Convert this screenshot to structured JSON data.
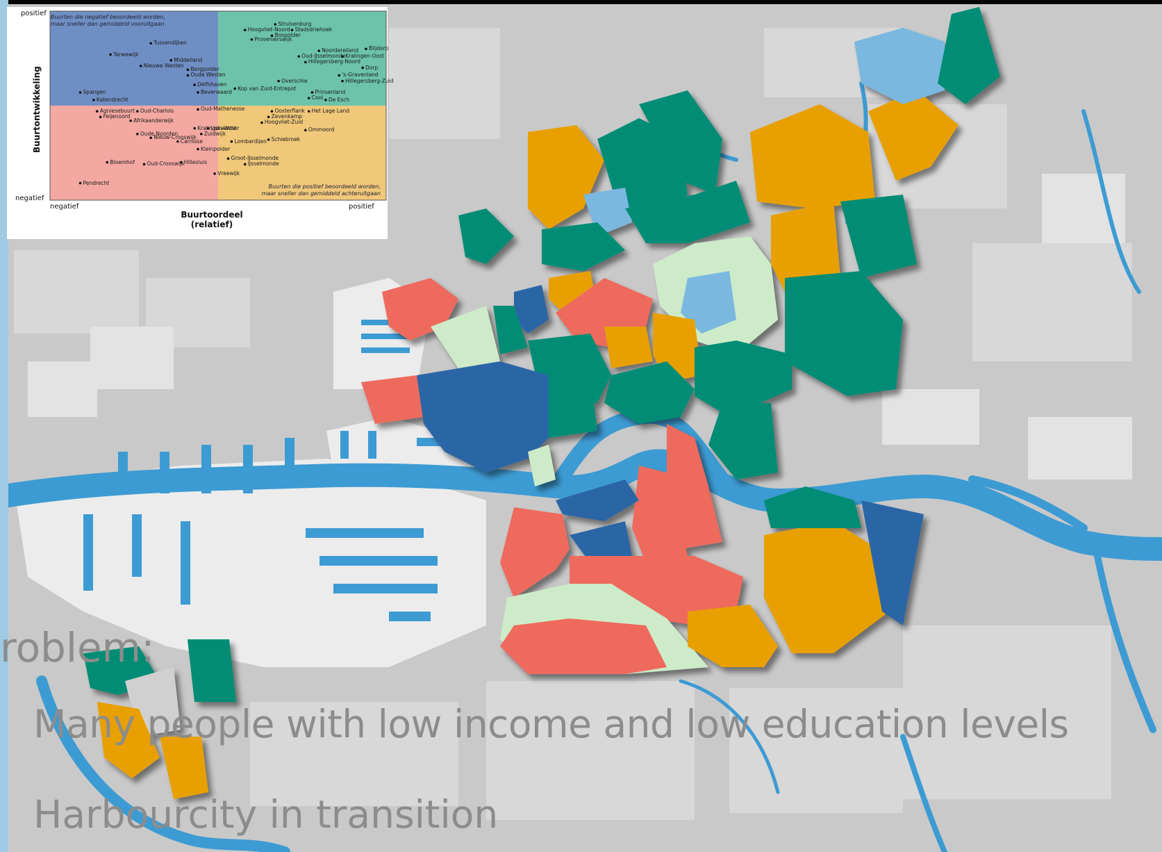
{
  "slide": {
    "heading_fragment": "roblem:",
    "bullets": [
      "Many people with low income and low education levels",
      "Harbourcity in transition"
    ]
  },
  "map": {
    "colors": {
      "water": "#3d9bd3",
      "background": "#c9c9c9",
      "blue_negative_rising": "#2b66a6",
      "green_positive": "#008c75",
      "red_negative": "#ee6a5d",
      "orange_positive_falling": "#e8a000",
      "light_green": "#cdebc9",
      "light_blue": "#7ab8df",
      "harbour_white": "#ececec"
    }
  },
  "chart_data": {
    "type": "scatter",
    "xlabel": "Buurtoordeel\n(relatief)",
    "ylabel": "Buurtontwikkeling",
    "x_ticks": [
      "negatief",
      "positief"
    ],
    "y_ticks": [
      "negatief",
      "positief"
    ],
    "quadrant_notes": {
      "top_left": "Buurten die negatief beoordeeld worden,\nmaar sneller dan gemiddeld vooruitgaan",
      "bottom_right": "Buurten die positief beoordeeld worden,\nmaar sneller dan gemiddeld achteruitgaan"
    },
    "quadrant_colors": {
      "top_left": "#6f8fc4",
      "top_right": "#6cc3aa",
      "bottom_left": "#f3a8a2",
      "bottom_right": "#f1c87a"
    },
    "points": [
      {
        "name": "Tussendijken",
        "x": 0.3,
        "y": 0.83
      },
      {
        "name": "Tarwewijk",
        "x": 0.18,
        "y": 0.77
      },
      {
        "name": "Middelland",
        "x": 0.36,
        "y": 0.74
      },
      {
        "name": "Nieuwe Westen",
        "x": 0.27,
        "y": 0.71
      },
      {
        "name": "Bergpolder",
        "x": 0.41,
        "y": 0.69
      },
      {
        "name": "Oude Westen",
        "x": 0.41,
        "y": 0.66
      },
      {
        "name": "Delfshaven",
        "x": 0.43,
        "y": 0.61
      },
      {
        "name": "Spangen",
        "x": 0.09,
        "y": 0.57
      },
      {
        "name": "Beverwaard",
        "x": 0.44,
        "y": 0.57
      },
      {
        "name": "Katendrecht",
        "x": 0.13,
        "y": 0.53
      },
      {
        "name": "Struisenburg",
        "x": 0.67,
        "y": 0.93
      },
      {
        "name": "Hoogvliet-Noord",
        "x": 0.58,
        "y": 0.9
      },
      {
        "name": "Stadsdriehoek",
        "x": 0.72,
        "y": 0.9
      },
      {
        "name": "Bospolder",
        "x": 0.66,
        "y": 0.87
      },
      {
        "name": "Provenierswijk",
        "x": 0.6,
        "y": 0.85
      },
      {
        "name": "Blijdorp",
        "x": 0.94,
        "y": 0.8
      },
      {
        "name": "Noordereiland",
        "x": 0.8,
        "y": 0.79
      },
      {
        "name": "Oud-IJsselmonde",
        "x": 0.74,
        "y": 0.76
      },
      {
        "name": "Kralingen-Oost",
        "x": 0.87,
        "y": 0.76
      },
      {
        "name": "Hillegersberg-Noord",
        "x": 0.76,
        "y": 0.73
      },
      {
        "name": "Dorp",
        "x": 0.93,
        "y": 0.7
      },
      {
        "name": "'s-Gravenland",
        "x": 0.86,
        "y": 0.66
      },
      {
        "name": "Overschie",
        "x": 0.68,
        "y": 0.63
      },
      {
        "name": "Hillegersberg-Zuid",
        "x": 0.87,
        "y": 0.63
      },
      {
        "name": "Kop van Zuid-Entrepot",
        "x": 0.55,
        "y": 0.59
      },
      {
        "name": "Prinsenland",
        "x": 0.78,
        "y": 0.57
      },
      {
        "name": "Cool",
        "x": 0.77,
        "y": 0.54
      },
      {
        "name": "De Esch",
        "x": 0.82,
        "y": 0.53
      },
      {
        "name": "Agniesebuurt",
        "x": 0.14,
        "y": 0.47
      },
      {
        "name": "Oud-Charlois",
        "x": 0.26,
        "y": 0.47
      },
      {
        "name": "Oud-Mathenesse",
        "x": 0.44,
        "y": 0.48
      },
      {
        "name": "Oosterflank",
        "x": 0.66,
        "y": 0.47
      },
      {
        "name": "Het Lage Land",
        "x": 0.77,
        "y": 0.47
      },
      {
        "name": "Feijenoord",
        "x": 0.15,
        "y": 0.44
      },
      {
        "name": "Zevenkamp",
        "x": 0.65,
        "y": 0.44
      },
      {
        "name": "Afrikaanderwijk",
        "x": 0.24,
        "y": 0.42
      },
      {
        "name": "Hoogvliet-Zuid",
        "x": 0.63,
        "y": 0.41
      },
      {
        "name": "Kralingen-West",
        "x": 0.43,
        "y": 0.38
      },
      {
        "name": "Liskwartier",
        "x": 0.47,
        "y": 0.38
      },
      {
        "name": "Ommoord",
        "x": 0.76,
        "y": 0.37
      },
      {
        "name": "Oude Noorden",
        "x": 0.26,
        "y": 0.35
      },
      {
        "name": "Zuidwijk",
        "x": 0.45,
        "y": 0.35
      },
      {
        "name": "Nieuw-Crooswijk",
        "x": 0.3,
        "y": 0.33
      },
      {
        "name": "Carnisse",
        "x": 0.38,
        "y": 0.31
      },
      {
        "name": "Lombardijen",
        "x": 0.54,
        "y": 0.31
      },
      {
        "name": "Schiebroek",
        "x": 0.65,
        "y": 0.32
      },
      {
        "name": "Kleinpolder",
        "x": 0.44,
        "y": 0.27
      },
      {
        "name": "Groot-IJsselmonde",
        "x": 0.53,
        "y": 0.22
      },
      {
        "name": "Bloemhof",
        "x": 0.17,
        "y": 0.2
      },
      {
        "name": "Oud-Crooswijk",
        "x": 0.28,
        "y": 0.19
      },
      {
        "name": "Hillesluis",
        "x": 0.39,
        "y": 0.2
      },
      {
        "name": "IJsselmonde",
        "x": 0.58,
        "y": 0.19
      },
      {
        "name": "Vreewijk",
        "x": 0.49,
        "y": 0.14
      },
      {
        "name": "Pendrecht",
        "x": 0.09,
        "y": 0.09
      }
    ]
  }
}
